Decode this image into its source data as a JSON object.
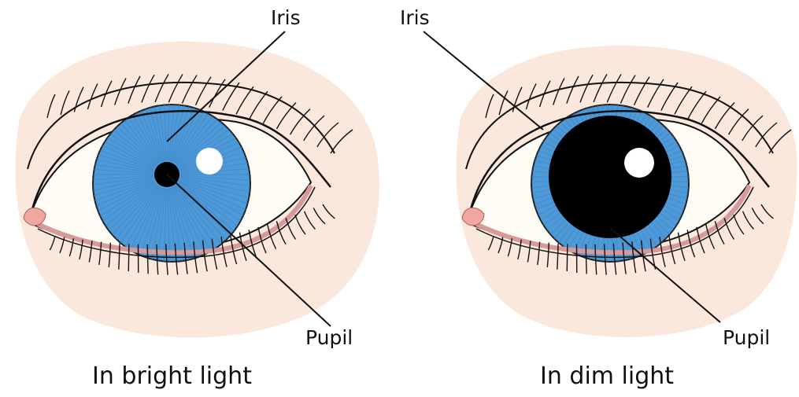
{
  "colors": {
    "skin": "#fbe8dc",
    "iris": "#4e9ad9",
    "iris_dark": "#3f84c2",
    "sclera": "#fffcf5",
    "lid_pink": "#e3a9a8",
    "caruncle": "#f0a7a0",
    "pupil": "#000000",
    "line": "#111111"
  },
  "panels": [
    {
      "caption": "In bright light",
      "iris_label": "Iris",
      "pupil_label": "Pupil",
      "pupil_size": "small"
    },
    {
      "caption": "In dim light",
      "iris_label": "Iris",
      "pupil_label": "Pupil",
      "pupil_size": "large"
    }
  ]
}
